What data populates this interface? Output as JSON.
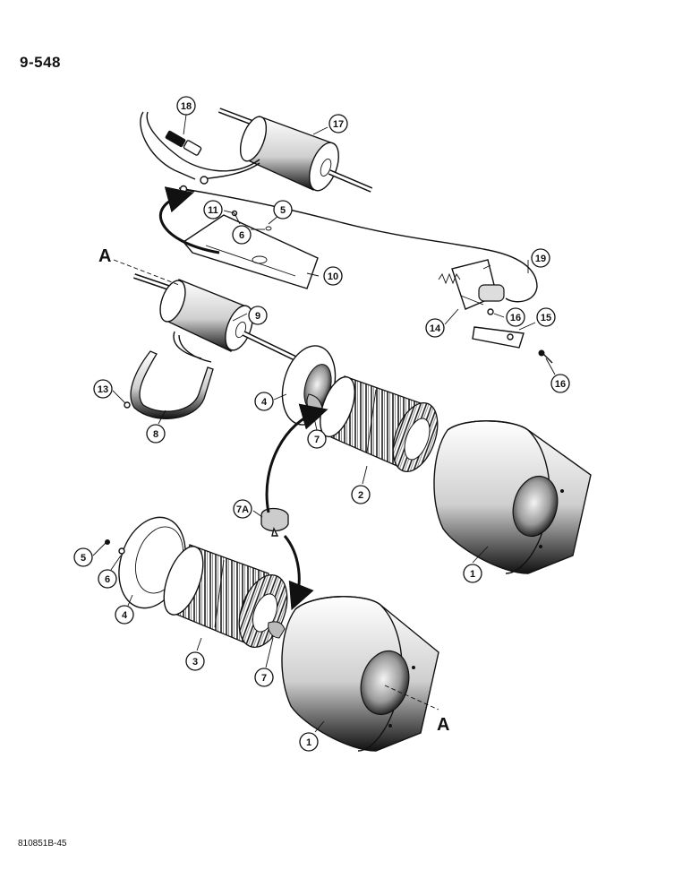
{
  "page": {
    "page_number": "9-548",
    "figure_code": "810851B-45"
  },
  "reference_letter": "A",
  "callouts": [
    {
      "id": "c18",
      "label": "18",
      "part": "connector"
    },
    {
      "id": "c17",
      "label": "17",
      "part": "motor"
    },
    {
      "id": "c11",
      "label": "11",
      "part": "screw"
    },
    {
      "id": "c5a",
      "label": "5",
      "part": "screw"
    },
    {
      "id": "c6a",
      "label": "6",
      "part": "washer"
    },
    {
      "id": "c10",
      "label": "10",
      "part": "bracket"
    },
    {
      "id": "c19",
      "label": "19",
      "part": "wire harness"
    },
    {
      "id": "c9",
      "label": "9",
      "part": "motor"
    },
    {
      "id": "c16a",
      "label": "16",
      "part": "screw"
    },
    {
      "id": "c15",
      "label": "15",
      "part": "bracket"
    },
    {
      "id": "c14",
      "label": "14",
      "part": "resistor"
    },
    {
      "id": "c16b",
      "label": "16",
      "part": "screw"
    },
    {
      "id": "c13",
      "label": "13",
      "part": "screw"
    },
    {
      "id": "c4a",
      "label": "4",
      "part": "plate"
    },
    {
      "id": "c8",
      "label": "8",
      "part": "strap"
    },
    {
      "id": "c7a",
      "label": "7",
      "part": "clamp"
    },
    {
      "id": "c2",
      "label": "2",
      "part": "blower wheel"
    },
    {
      "id": "c7A",
      "label": "7A",
      "part": "clamp"
    },
    {
      "id": "c1a",
      "label": "1",
      "part": "housing"
    },
    {
      "id": "c5b",
      "label": "5",
      "part": "screw"
    },
    {
      "id": "c6b",
      "label": "6",
      "part": "washer"
    },
    {
      "id": "c4b",
      "label": "4",
      "part": "plate"
    },
    {
      "id": "c3",
      "label": "3",
      "part": "blower wheel"
    },
    {
      "id": "c7b",
      "label": "7",
      "part": "clamp"
    },
    {
      "id": "c1b",
      "label": "1",
      "part": "housing"
    }
  ]
}
